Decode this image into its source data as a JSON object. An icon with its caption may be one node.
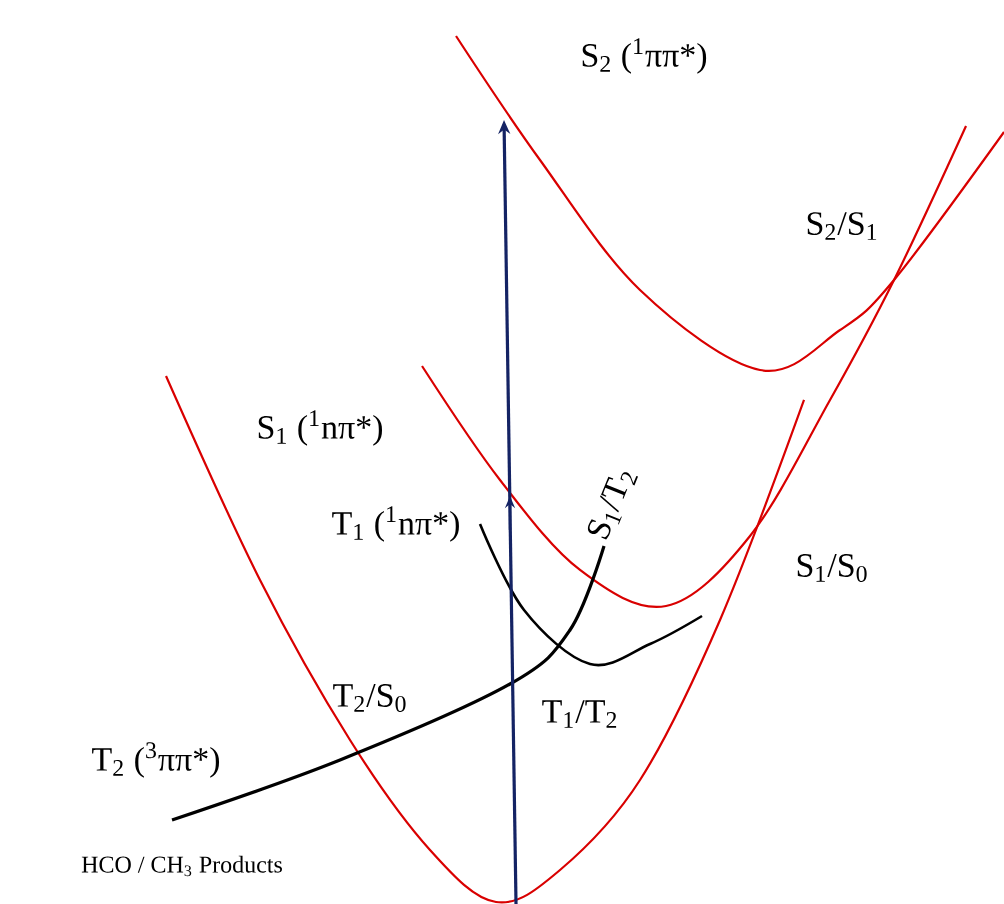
{
  "diagram": {
    "labels": [
      "S$_{2}$ ($^{1}$ππ*)",
      "S$_{2}$/S$_{1}$",
      "S$_{1}$ ($^{1}$nπ*)",
      "T$_{1}$ ($^{1}$nπ*)",
      "S$_{1}$/T$_{2}$",
      "S$_{1}$/S$_{0}$",
      "T$_{2}$/S$_{0}$",
      "T$_{1}$/T$_{2}$",
      "T$_{2}$ ($^{3}$ππ*)",
      "HCO / CH$_{3}$ Products"
    ]
  }
}
